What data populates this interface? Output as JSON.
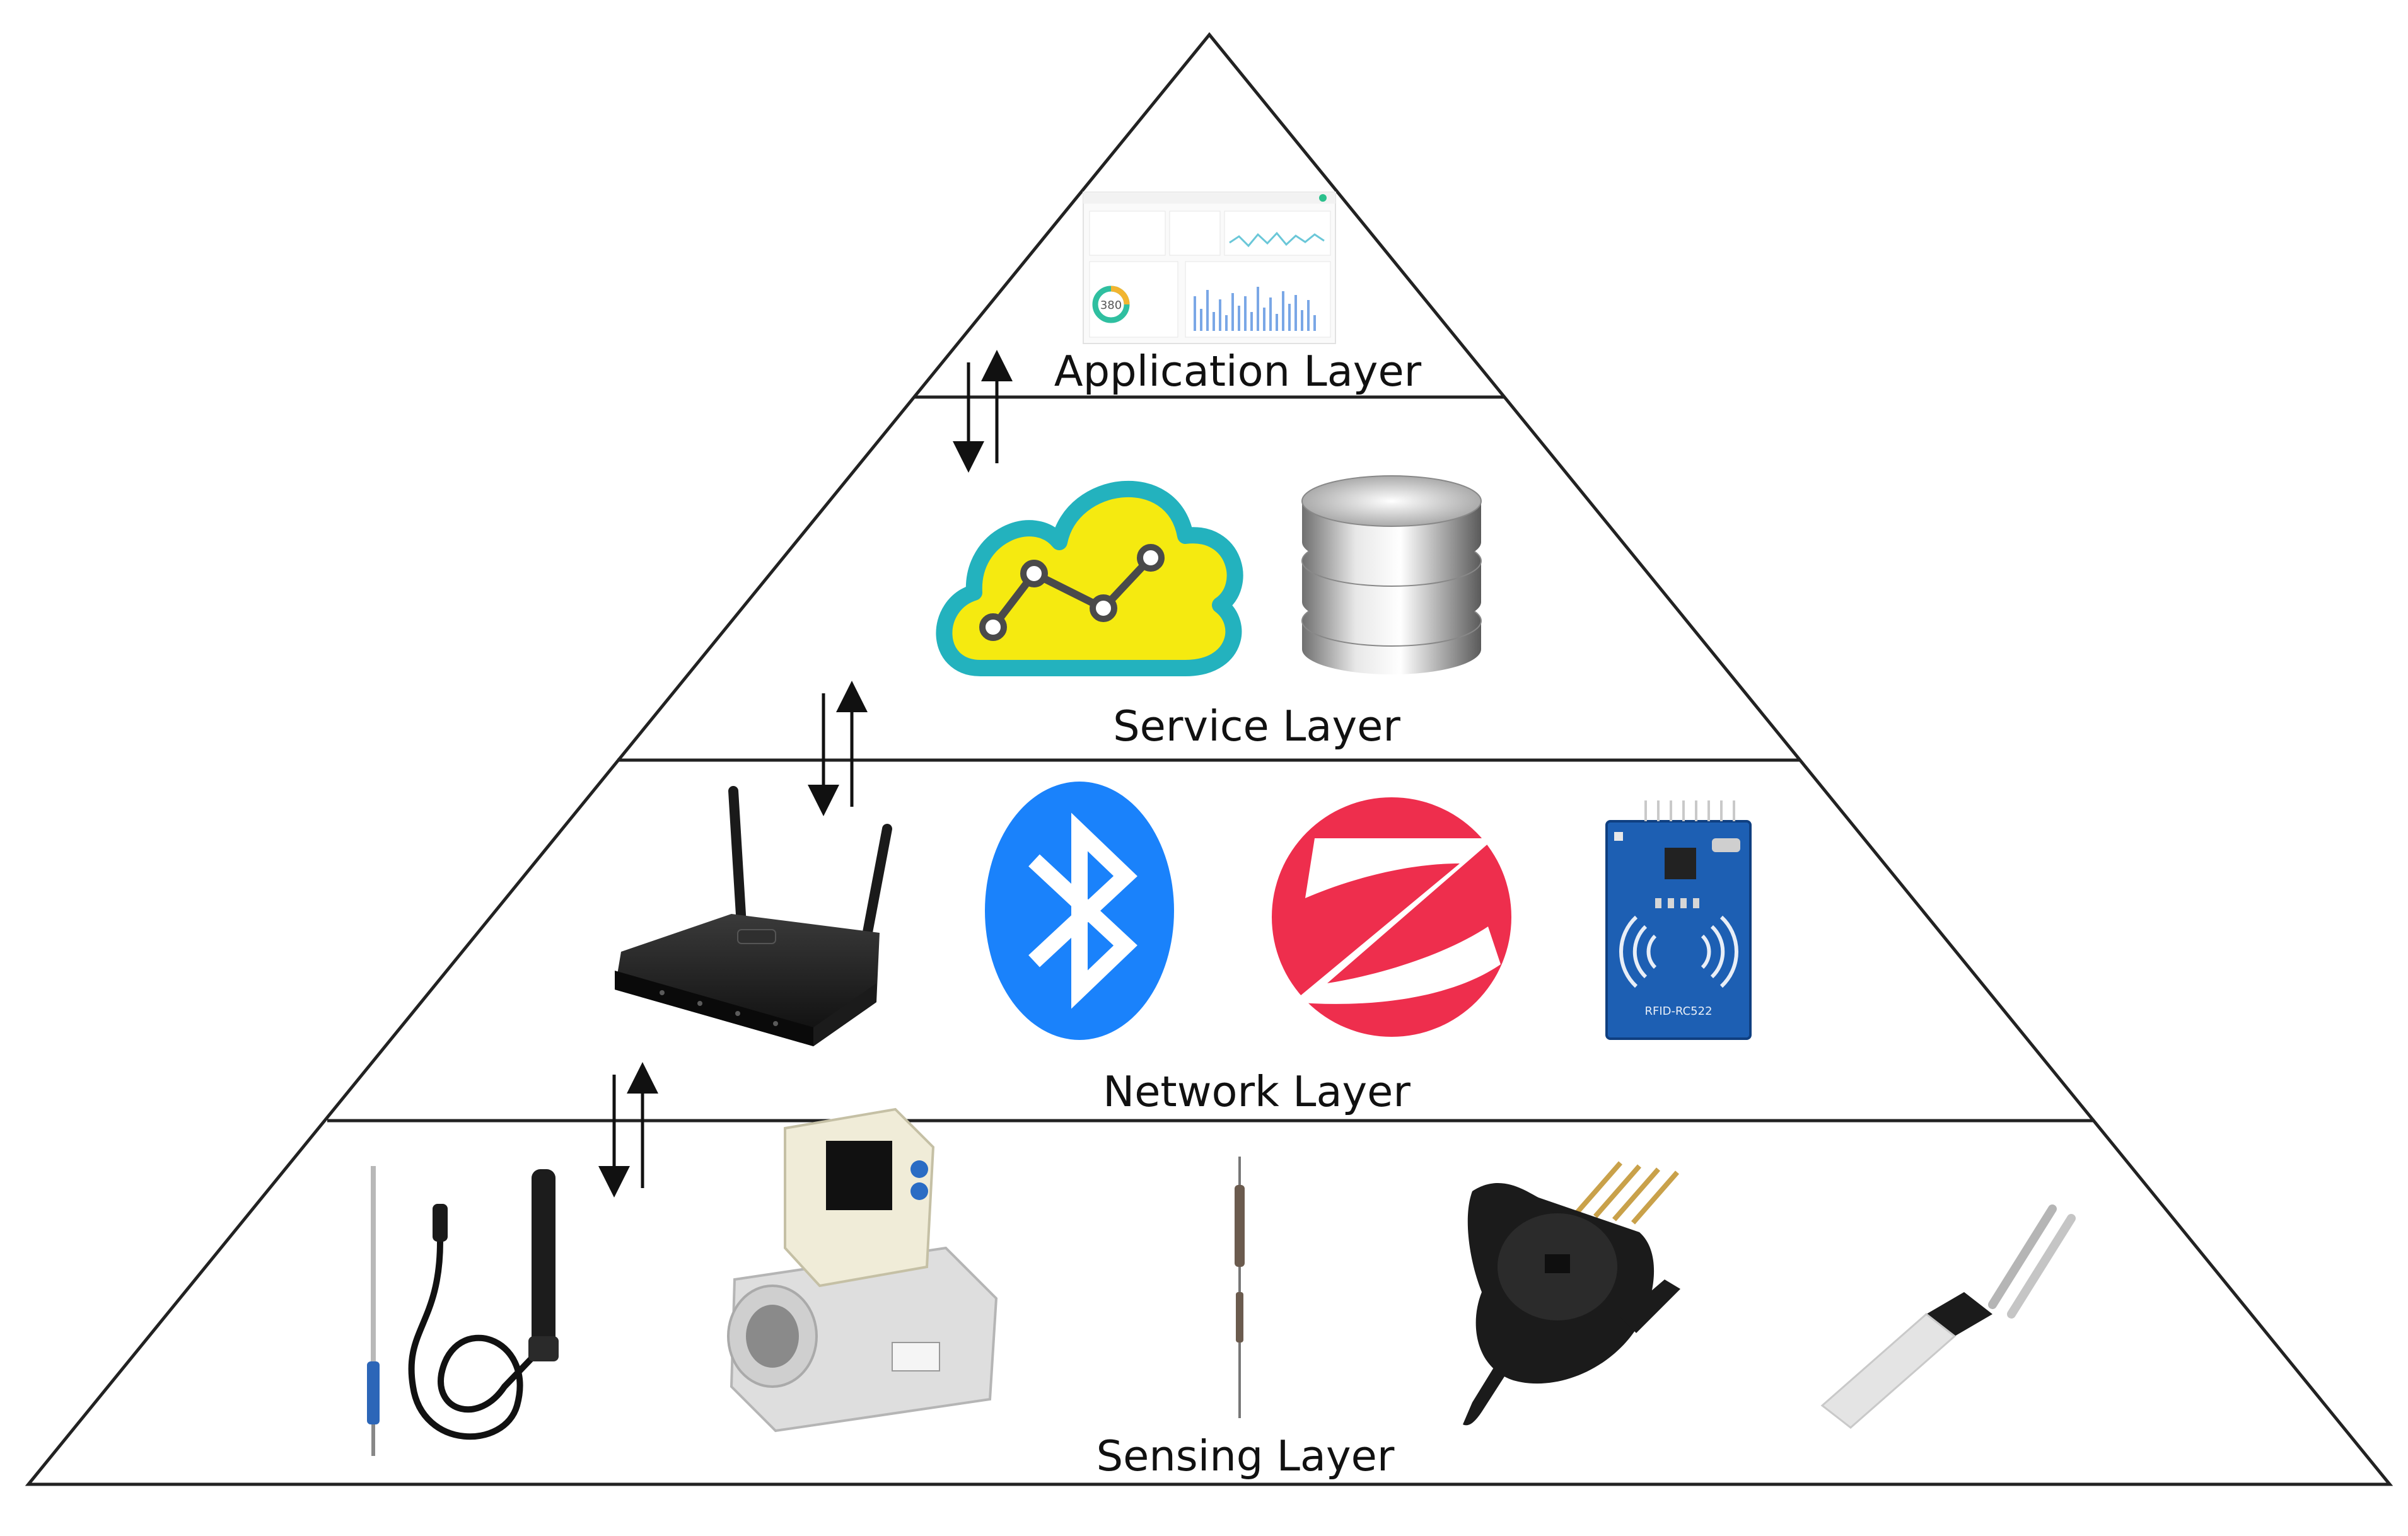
{
  "layers": [
    {
      "id": "application",
      "label": "Application Layer"
    },
    {
      "id": "service",
      "label": "Service Layer"
    },
    {
      "id": "network",
      "label": "Network Layer"
    },
    {
      "id": "sensing",
      "label": "Sensing Layer"
    }
  ],
  "icons": {
    "dashboard": "dashboard-screenshot-icon",
    "cloud": "cloud-analytics-icon",
    "database": "database-icon",
    "router": "wifi-router-icon",
    "bluetooth": "bluetooth-icon",
    "zigbee": "zigbee-icon",
    "rfid": "rfid-module-icon",
    "sensors": [
      "temperature-probe-icon",
      "humidity-probe-icon",
      "flow-sensor-icon",
      "thin-probe-sensor-icon",
      "pressure-sensor-icon",
      "strip-sensor-icon"
    ]
  },
  "colors": {
    "cloud_fill": "#f5ea10",
    "cloud_outline": "#23b2be",
    "bluetooth": "#1a82fb",
    "zigbee": "#ee2e4d",
    "rfid_board": "#1d5fb3"
  },
  "rfid_text": "RFID-RC522",
  "dashboard_value": "380"
}
